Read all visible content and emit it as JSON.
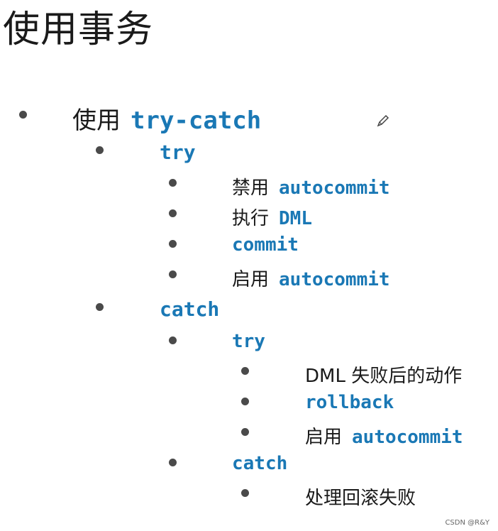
{
  "title": "使用事务",
  "outline": {
    "l1": {
      "prefix": "使用",
      "code": "try-catch"
    },
    "try_block": {
      "label": "try",
      "steps": [
        {
          "prefix": "禁用",
          "code": "autocommit"
        },
        {
          "prefix": "执行",
          "code": "DML"
        },
        {
          "prefix": "",
          "code": "commit"
        },
        {
          "prefix": "启用",
          "code": "autocommit"
        }
      ]
    },
    "catch_block": {
      "label": "catch",
      "inner_try": {
        "label": "try",
        "steps": [
          {
            "prefix": "DML 失败后的动作",
            "code": ""
          },
          {
            "prefix": "",
            "code": "rollback"
          },
          {
            "prefix": "启用",
            "code": "autocommit"
          }
        ]
      },
      "inner_catch": {
        "label": "catch",
        "steps": [
          {
            "prefix": "处理回滚失败",
            "code": ""
          }
        ]
      }
    }
  },
  "watermark": "CSDN @R&Y",
  "icons": {
    "annotation": "pencil-icon"
  },
  "colors": {
    "code": "#1a78b5",
    "text": "#1a1a1a",
    "bullet": "#4a4a4a"
  }
}
